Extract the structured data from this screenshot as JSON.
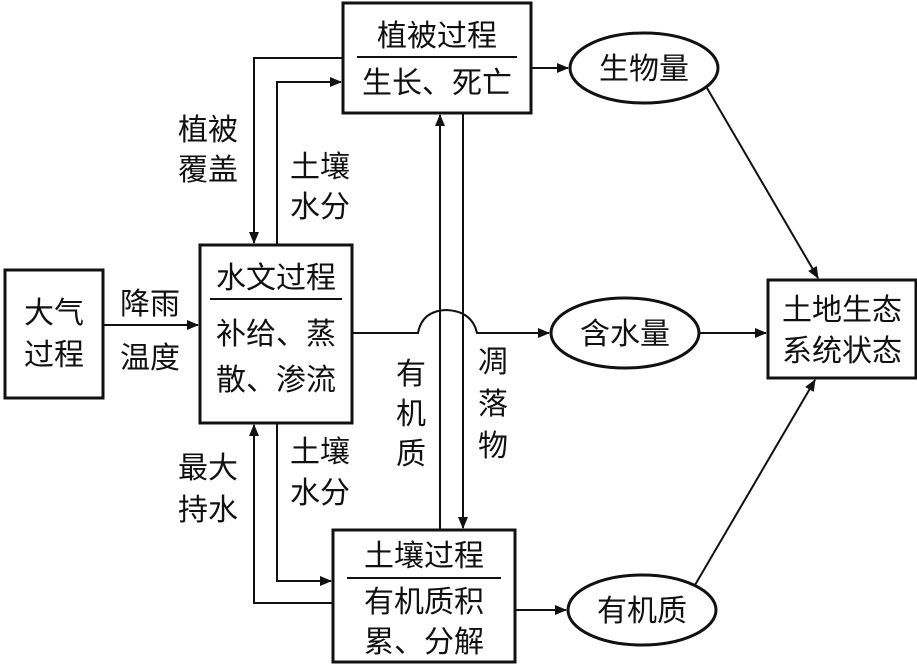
{
  "nodes": {
    "atmosphere": {
      "line1": "大气",
      "line2": "过程"
    },
    "hydrology": {
      "title": "水文过程",
      "line1": "补给、蒸",
      "line2": "散、渗流"
    },
    "vegetation": {
      "title": "植被过程",
      "line1": "生长、死亡"
    },
    "soil": {
      "title": "土壤过程",
      "line1": "有机质积",
      "line2": "累、分解"
    },
    "biomass": {
      "label": "生物量"
    },
    "water_content": {
      "label": "含水量"
    },
    "organic_matter": {
      "label": "有机质"
    },
    "land_state": {
      "line1": "土地生态",
      "line2": "系统状态"
    }
  },
  "edges": {
    "rain_temp": {
      "line1": "降雨",
      "line2": "温度"
    },
    "veg_cover": {
      "line1": "植被",
      "line2": "覆盖"
    },
    "soil_water_up": {
      "line1": "土壤",
      "line2": "水分"
    },
    "soil_water_down": {
      "line1": "土壤",
      "line2": "水分"
    },
    "max_holding": {
      "line1": "最大",
      "line2": "持水"
    },
    "organic": {
      "c1": "有",
      "c2": "机",
      "c3": "质"
    },
    "litter": {
      "c1": "凋",
      "c2": "落",
      "c3": "物"
    }
  },
  "colors": {
    "stroke": "#111111",
    "background": "#ffffff"
  }
}
